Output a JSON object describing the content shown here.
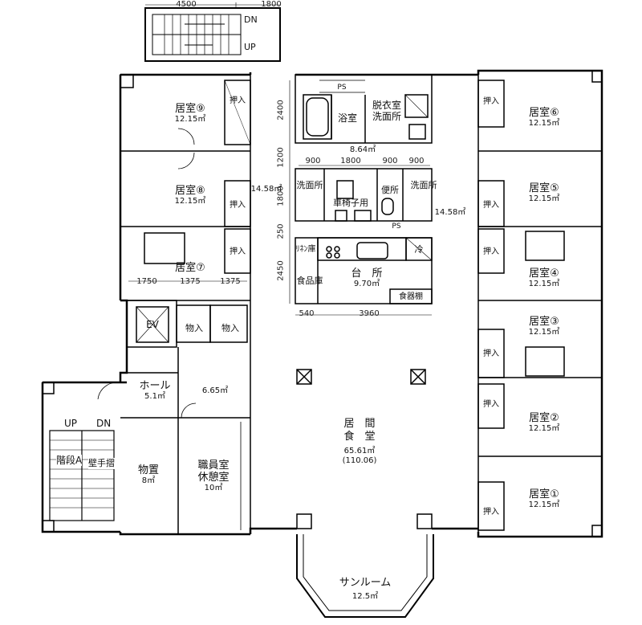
{
  "rooms": {
    "r9": {
      "name": "居室⑨",
      "area": "12.15㎡"
    },
    "r8": {
      "name": "居室⑧",
      "area": "12.15㎡"
    },
    "r7": {
      "name": "居室⑦"
    },
    "r6": {
      "name": "居室⑥",
      "area": "12.15㎡"
    },
    "r5": {
      "name": "居室⑤",
      "area": "12.15㎡"
    },
    "r4": {
      "name": "居室④",
      "area": "12.15㎡"
    },
    "r3": {
      "name": "居室③",
      "area": "12.15㎡"
    },
    "r2": {
      "name": "居室②",
      "area": "12.15㎡"
    },
    "r1": {
      "name": "居室①",
      "area": "12.15㎡"
    },
    "bath": {
      "name": "浴室"
    },
    "dressing": {
      "name1": "脱衣室",
      "name2": "洗面所"
    },
    "bath_area": "8.64㎡",
    "wash_left": "洗面所",
    "wash_right": "洗面所",
    "wheelchair": "車椅子用",
    "toilet": "便所",
    "corridor_left": "14.58㎡",
    "corridor_right": "14.58㎡",
    "kitchen": {
      "name": "台　所",
      "area": "9.70㎡"
    },
    "fridge_room": "ﾘﾈﾝ庫",
    "pantry": "食品庫",
    "cold": "冷",
    "dish": "食器棚",
    "ev": "EV",
    "storage1": "物入",
    "storage2": "物入",
    "hall": {
      "name": "ホール",
      "area": "5.1㎡"
    },
    "hall_area2": "6.65㎡",
    "living": {
      "name1": "居　間",
      "name2": "食　堂",
      "area": "65.61㎡",
      "area2": "(110.06)"
    },
    "stairs_a": "階段A",
    "handrail": "壁手摺",
    "up1": "UP",
    "dn1": "DN",
    "up2": "UP",
    "dn2": "DN",
    "store": {
      "name": "物置",
      "area": "8㎡"
    },
    "staff": {
      "name1": "職員室",
      "name2": "休憩室",
      "area": "10㎡"
    },
    "sunroom": {
      "name": "サンルーム",
      "area": "12.5㎡"
    },
    "ps1": "PS",
    "ps2": "PS"
  },
  "closet": "押入",
  "dims": {
    "top_4500": "4500",
    "top_1800": "1800",
    "v_2400": "2400",
    "v_1200": "1200",
    "v_1800": "1800",
    "v_250": "250",
    "v_2450": "2450",
    "h_900a": "900",
    "h_1800": "1800",
    "h_900b": "900",
    "h_900c": "900",
    "h_1750": "1750",
    "h_1375a": "1375",
    "h_1375b": "1375",
    "h_540": "540",
    "h_3960": "3960"
  }
}
